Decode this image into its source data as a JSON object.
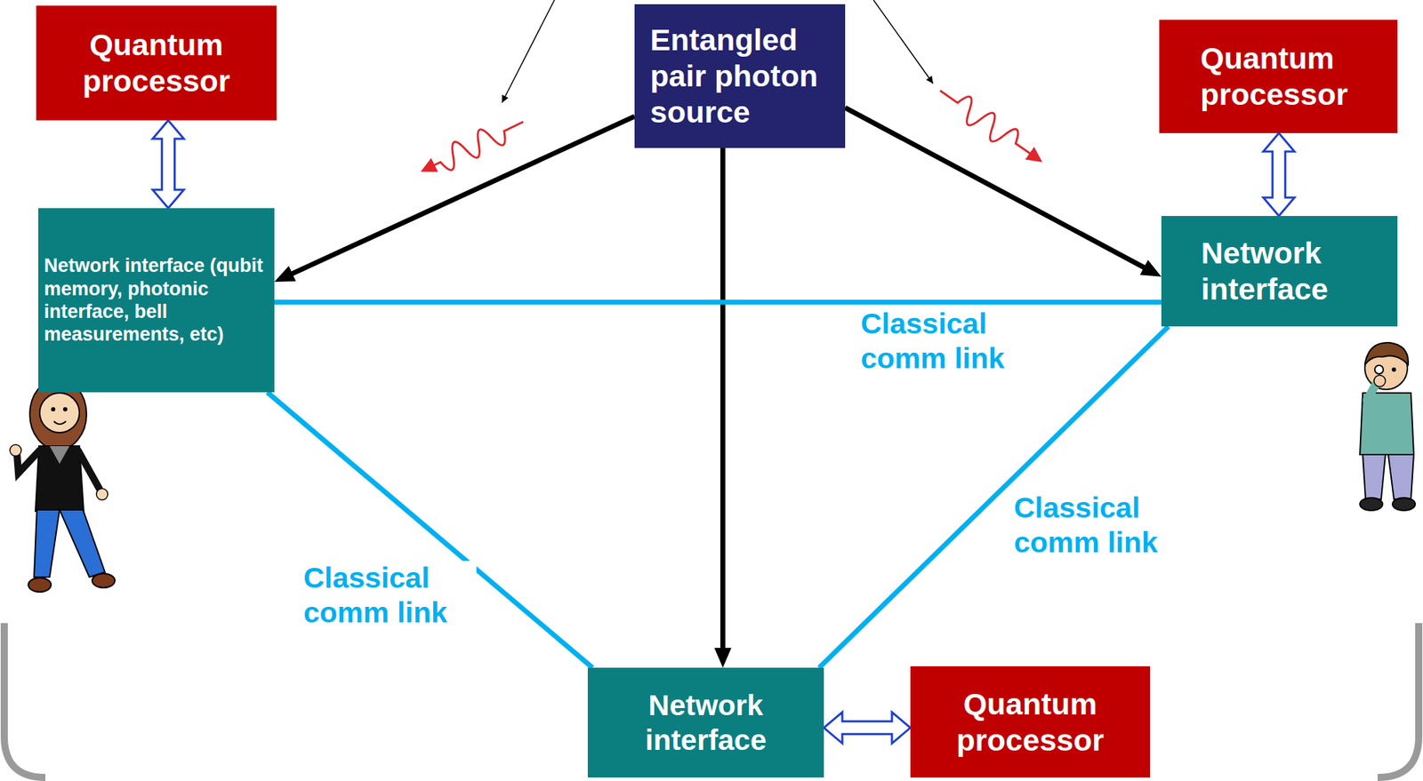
{
  "diagram": {
    "nodes": [
      {
        "text": [
          "Quantum processor"
        ]
      },
      {
        "text": [
          "Entangled pair photon source"
        ]
      },
      {
        "text": [
          "Quantum processor"
        ]
      },
      {
        "text": [
          "Network interface (qubit memory, photonic interface, bell measurements, etc)"
        ]
      },
      {
        "text": [
          "Network interface"
        ]
      },
      {
        "text": [
          "Network interface"
        ]
      },
      {
        "text": [
          "Quantum processor"
        ]
      }
    ],
    "edges": [
      {
        "from": 1,
        "to": 3,
        "arrow": "to"
      },
      {
        "from": 1,
        "to": 4,
        "arrow": "to"
      },
      {
        "from": 1,
        "to": 5,
        "arrow": "to"
      },
      {
        "from": 0,
        "to": 3,
        "arrow": "both"
      },
      {
        "from": 2,
        "to": 4,
        "arrow": "both"
      },
      {
        "from": 5,
        "to": 6,
        "arrow": "both"
      },
      {
        "from": 3,
        "to": 4,
        "arrow": "none",
        "label": "Classical comm link"
      },
      {
        "from": 3,
        "to": 5,
        "arrow": "none",
        "label": "Classical comm link"
      },
      {
        "from": 4,
        "to": 5,
        "arrow": "none",
        "label": "Classical comm link"
      }
    ]
  }
}
